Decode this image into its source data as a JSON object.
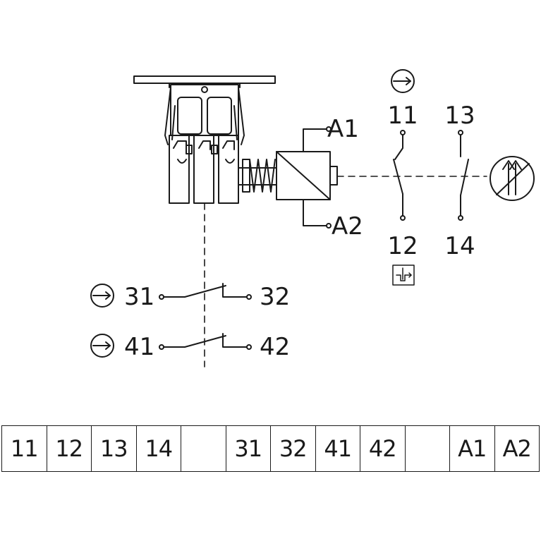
{
  "contact_labels": {
    "t11": "11",
    "t12": "12",
    "t13": "13",
    "t14": "14",
    "t31": "31",
    "t32": "32",
    "t41": "41",
    "t42": "42",
    "a1": "A1",
    "a2": "A2"
  },
  "terminal_strip": [
    "11",
    "12",
    "13",
    "14",
    "",
    "31",
    "32",
    "41",
    "42",
    "",
    "A1",
    "A2"
  ]
}
